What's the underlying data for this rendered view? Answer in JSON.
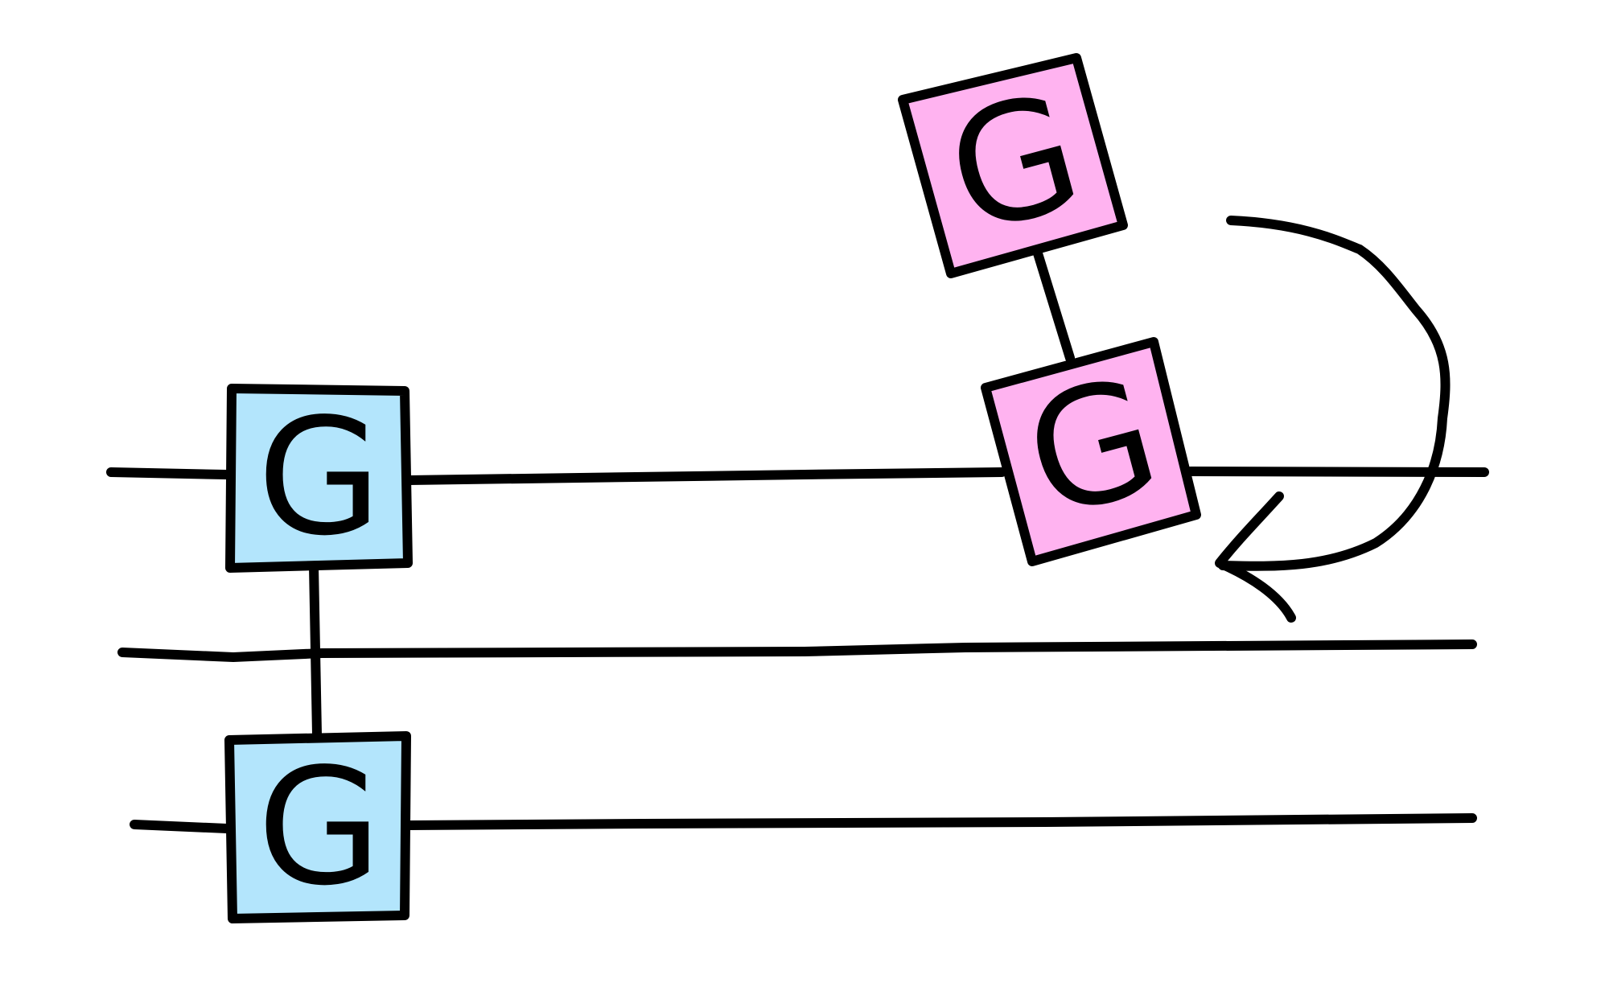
{
  "colors": {
    "background": "#ffffff",
    "stroke": "#000000",
    "fixed_gate_fill": "#b3e5fc",
    "moving_gate_fill": "#ffb3f0"
  },
  "gates": {
    "fixed_top": {
      "label": "G"
    },
    "fixed_bottom": {
      "label": "G"
    },
    "moving_top": {
      "label": "G"
    },
    "moving_bottom": {
      "label": "G"
    }
  },
  "arrow": {
    "icon": "curved-arrow-icon"
  }
}
